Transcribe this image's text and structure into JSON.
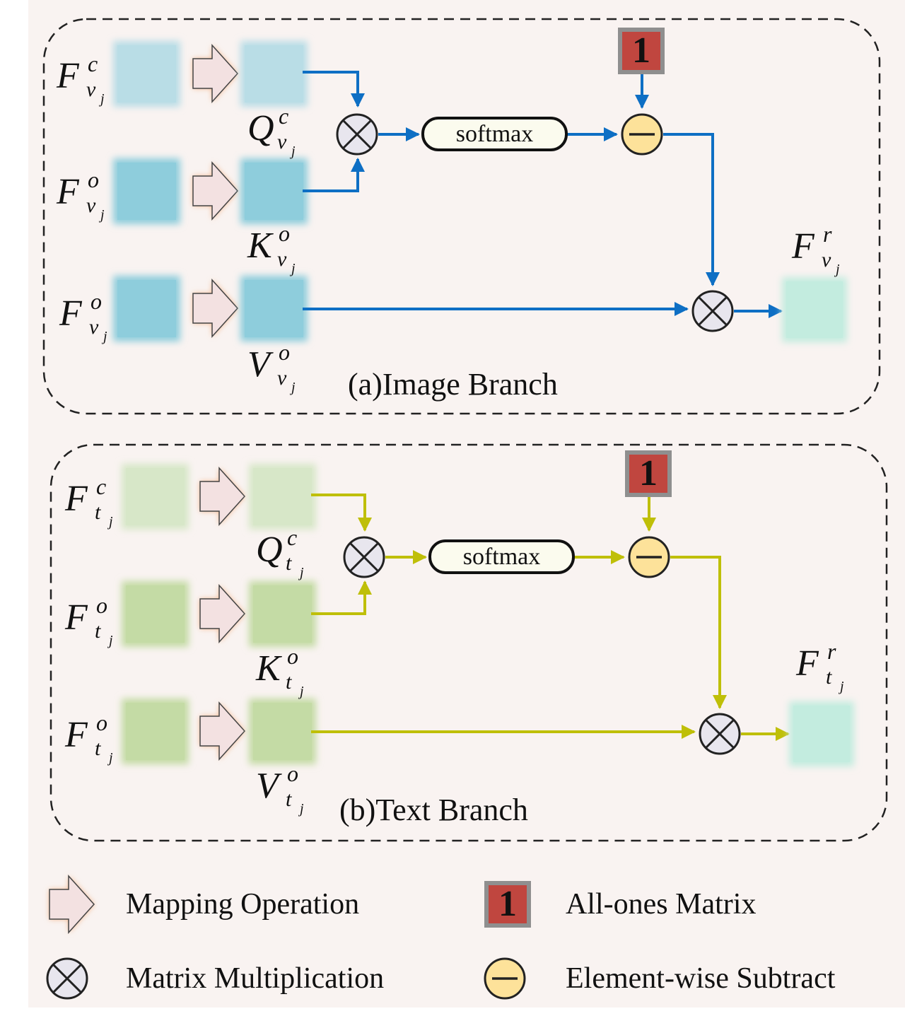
{
  "colors": {
    "background": "#f9f3f1",
    "image_arrow": "#0e6fc4",
    "text_arrow": "#bfbf08",
    "image_q_block": "#b9dde6",
    "image_kv_block": "#8ecddc",
    "text_q_block": "#d7e7c8",
    "text_kv_block": "#c4dba5",
    "output_block": "#c3ecdf",
    "ones_matrix": "#c0463f",
    "subtract_circle": "#fde29a",
    "multiply_circle": "#e8e6ee"
  },
  "image_branch": {
    "caption": "(a)Image Branch",
    "softmax_label": "softmax",
    "ones_label": "1",
    "inputs": [
      {
        "base": "F",
        "sup": "c",
        "sub": "v",
        "subsub": "j"
      },
      {
        "base": "F",
        "sup": "o",
        "sub": "v",
        "subsub": "j"
      },
      {
        "base": "F",
        "sup": "o",
        "sub": "v",
        "subsub": "j"
      }
    ],
    "mapped": [
      {
        "base": "Q",
        "sup": "c",
        "sub": "v",
        "subsub": "j"
      },
      {
        "base": "K",
        "sup": "o",
        "sub": "v",
        "subsub": "j"
      },
      {
        "base": "V",
        "sup": "o",
        "sub": "v",
        "subsub": "j"
      }
    ],
    "output": {
      "base": "F",
      "sup": "r",
      "sub": "v",
      "subsub": "j"
    }
  },
  "text_branch": {
    "caption": "(b)Text Branch",
    "softmax_label": "softmax",
    "ones_label": "1",
    "inputs": [
      {
        "base": "F",
        "sup": "c",
        "sub": "t",
        "subsub": "j"
      },
      {
        "base": "F",
        "sup": "o",
        "sub": "t",
        "subsub": "j"
      },
      {
        "base": "F",
        "sup": "o",
        "sub": "t",
        "subsub": "j"
      }
    ],
    "mapped": [
      {
        "base": "Q",
        "sup": "c",
        "sub": "t",
        "subsub": "j"
      },
      {
        "base": "K",
        "sup": "o",
        "sub": "t",
        "subsub": "j"
      },
      {
        "base": "V",
        "sup": "o",
        "sub": "t",
        "subsub": "j"
      }
    ],
    "output": {
      "base": "F",
      "sup": "r",
      "sub": "t",
      "subsub": "j"
    }
  },
  "legend": {
    "mapping": "Mapping Operation",
    "ones": "All-ones Matrix",
    "ones_symbol": "1",
    "multiply": "Matrix Multiplication",
    "subtract": "Element-wise Subtract"
  }
}
